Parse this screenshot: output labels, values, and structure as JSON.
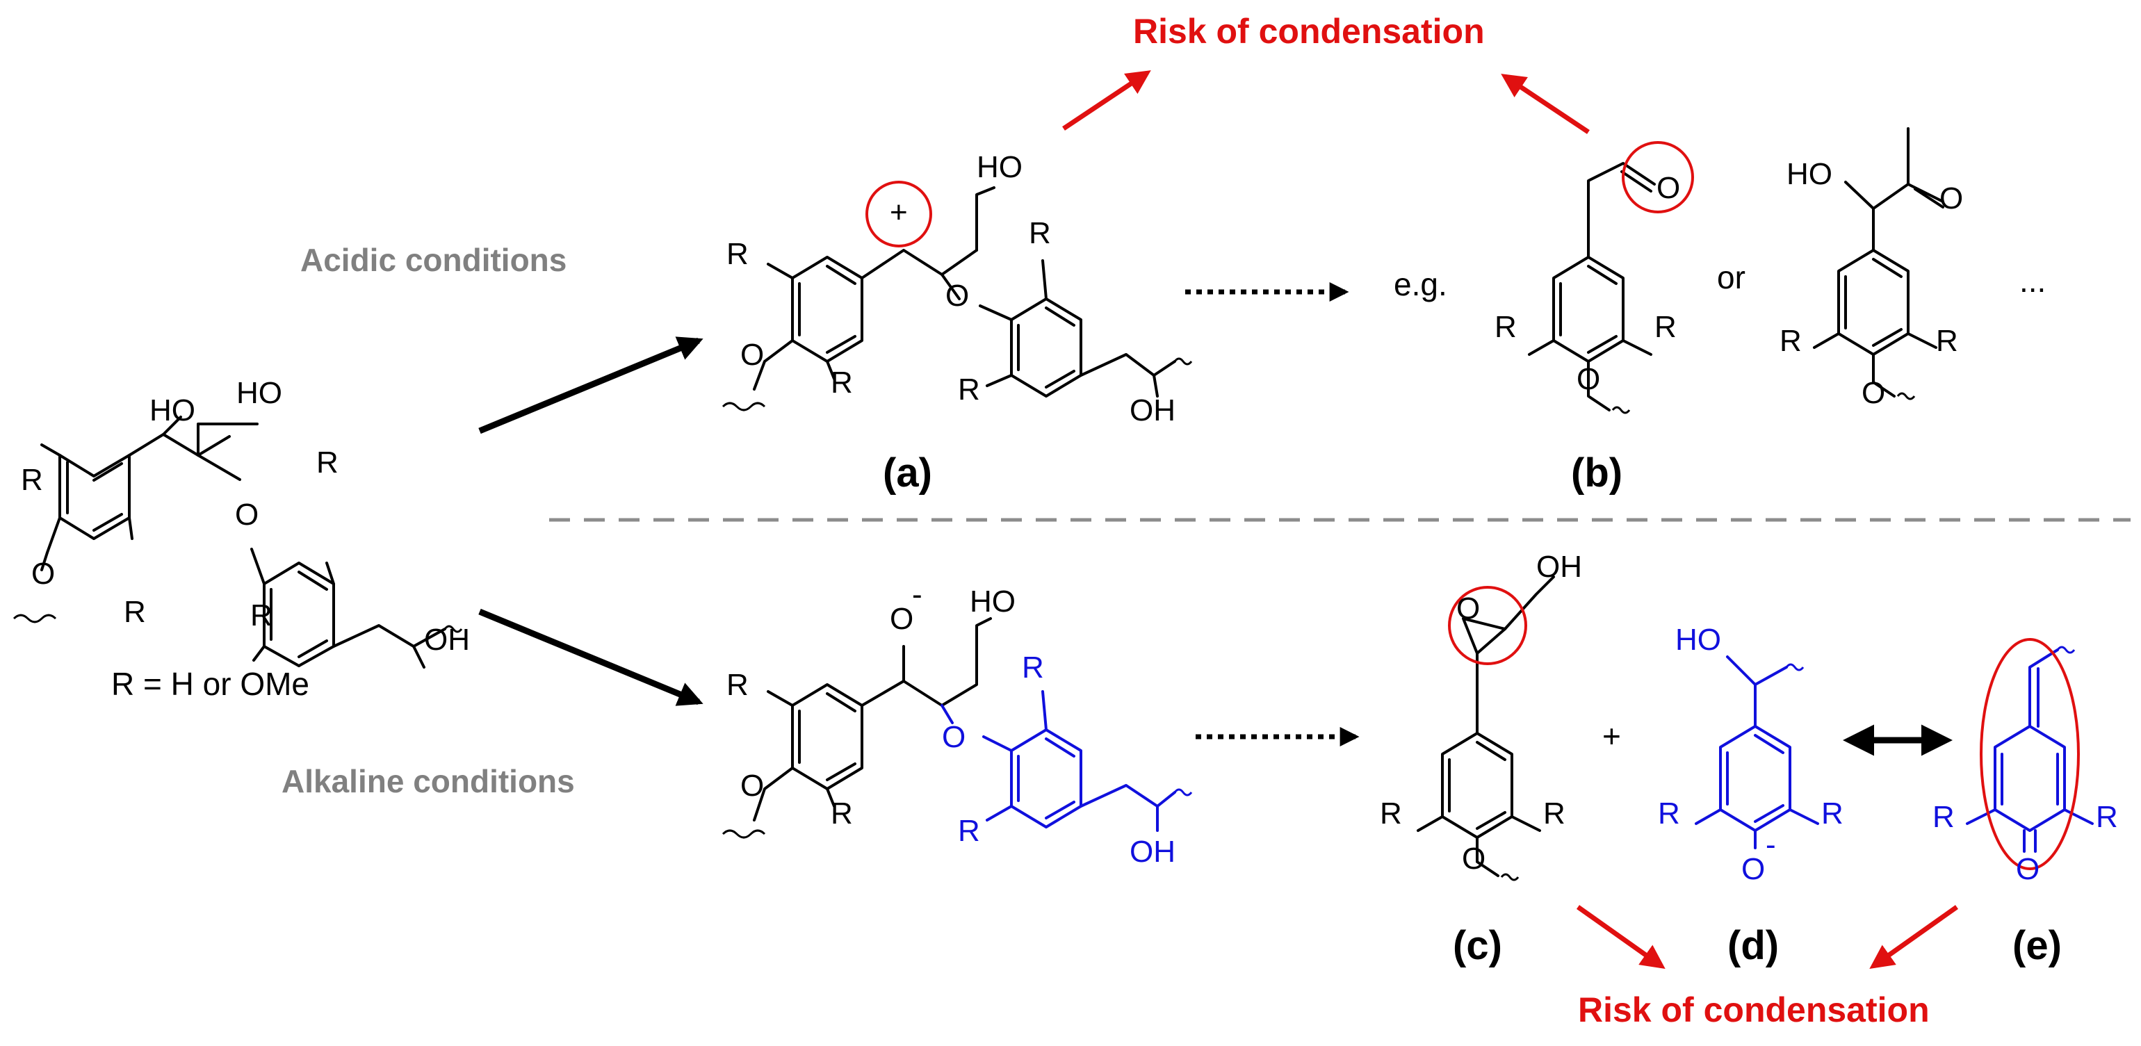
{
  "conditions": {
    "acidic": "Acidic conditions",
    "alkaline": "Alkaline conditions"
  },
  "risk": {
    "top": "Risk of condensation",
    "bottom": "Risk of condensation"
  },
  "substituent_note": "R = H or OMe",
  "labels": {
    "a": "(a)",
    "b": "(b)",
    "c": "(c)",
    "d": "(d)",
    "e": "(e)"
  },
  "connectors": {
    "eg": "e.g.",
    "or": "or",
    "ellipsis": "...",
    "plus": "+"
  },
  "atoms": {
    "R": "R",
    "O": "O",
    "HO": "HO",
    "OH": "OH",
    "cation": "+",
    "anion": "-"
  },
  "colors": {
    "black": "#000000",
    "blue": "#1010dd",
    "red": "#e01010",
    "gray": "#808080"
  }
}
